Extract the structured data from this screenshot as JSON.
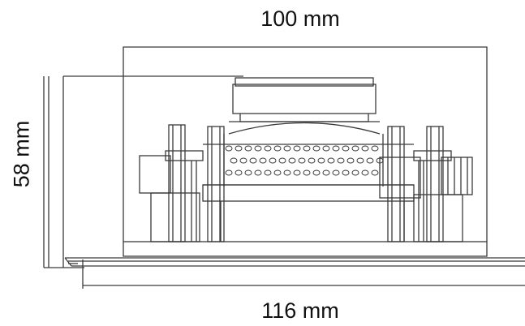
{
  "dimensions": {
    "top_width": "100 mm",
    "bottom_width": "116 mm",
    "height": "58 mm"
  },
  "colors": {
    "line": "#3a3a3a",
    "text": "#111111",
    "background": "#ffffff"
  }
}
